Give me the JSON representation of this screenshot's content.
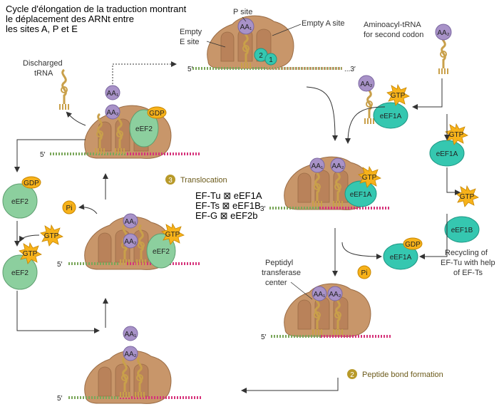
{
  "title": {
    "line1": "Cycle d'élongation de la traduction montrant",
    "line2": "le déplacement des ARNt entre",
    "line3": "les sites A, P et E"
  },
  "labels": {
    "p_site": "P site",
    "empty_a_site": "Empty A site",
    "empty_e_line1": "Empty",
    "empty_e_line2": "E site",
    "aminoacyl_line1": "Aminoacyl-tRNA",
    "aminoacyl_line2": "for second codon",
    "discharged_line1": "Discharged",
    "discharged_line2": "tRNA",
    "peptidyl_line1": "Peptidyl",
    "peptidyl_line2": "transferase",
    "peptidyl_line3": "center",
    "recycling_line1": "Recycling of",
    "recycling_line2": "EF-Tu with help",
    "recycling_line3": "of EF-Ts",
    "five_prime": "5′",
    "three_prime": "3′",
    "ellipsis_three": "...3′"
  },
  "legend": {
    "line1": "EF-Tu ⊠ eEF1A",
    "line2": "EF-Ts ⊠ eEF1B",
    "line3": "EF-G ⊠ eEF2b"
  },
  "steps": {
    "step2_num": "2",
    "step2": "Peptide bond formation",
    "step3_num": "3",
    "step3": "Translocation"
  },
  "chips": {
    "aa1": "AA₁",
    "aa2": "AA₂",
    "gtp": "GTP",
    "gdp": "GDP",
    "pi": "Pi",
    "eef1a": "eEF1A",
    "eef1b": "eEF1B",
    "eef2": "eEF2",
    "one": "1",
    "two": "2"
  },
  "colors": {
    "ribosome": "#c8966a",
    "ribosome_dark": "#a8754c",
    "trna": "#c9a04a",
    "aa": "#a892c8",
    "eef1a": "#35c7b0",
    "eef2": "#8ccf9e",
    "gtp": "#f7b21a",
    "mrna_green": "#7aa75a",
    "mrna_pink": "#d6337a"
  }
}
